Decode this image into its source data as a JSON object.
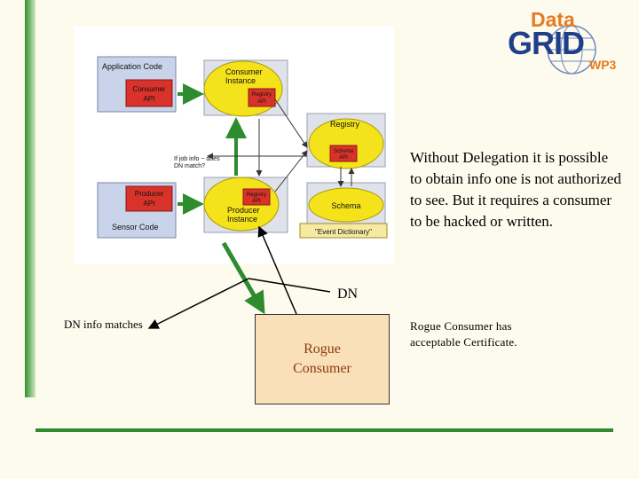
{
  "logo": {
    "word_top": "Data",
    "word_main": "GRID",
    "badge": "WP3"
  },
  "diagram": {
    "application_code": "Application Code",
    "consumer_api": [
      "Consumer",
      "API"
    ],
    "consumer_instance": [
      "Consumer",
      "Instance"
    ],
    "registry_api": [
      "Registry",
      "API"
    ],
    "registry": "Registry",
    "schema_api": [
      "Schema",
      "API"
    ],
    "question": [
      "If job info ~ does",
      "DN match?"
    ],
    "producer_api": [
      "Producer",
      "API"
    ],
    "sensor_code": "Sensor Code",
    "registry_api_2": [
      "Registry",
      "API"
    ],
    "producer_instance": [
      "Producer",
      "Instance"
    ],
    "schema": "Schema",
    "event_dictionary": "\"Event Dictionary\""
  },
  "labels": {
    "dn": "DN",
    "dn_info": "DN info matches",
    "rogue_consumer": [
      "Rogue",
      "Consumer"
    ]
  },
  "text": {
    "without_delegation": "Without Delegation it is possible to obtain info one is not authorized to see. But it requires a consumer to be hacked or written.",
    "rogue_note": "Rogue Consumer has acceptable Certificate."
  },
  "colors": {
    "accent_green": "#2e8b2e",
    "logo_blue": "#1f3f8a",
    "logo_orange": "#e87a20",
    "ellipse_yellow": "#f4e21a"
  }
}
